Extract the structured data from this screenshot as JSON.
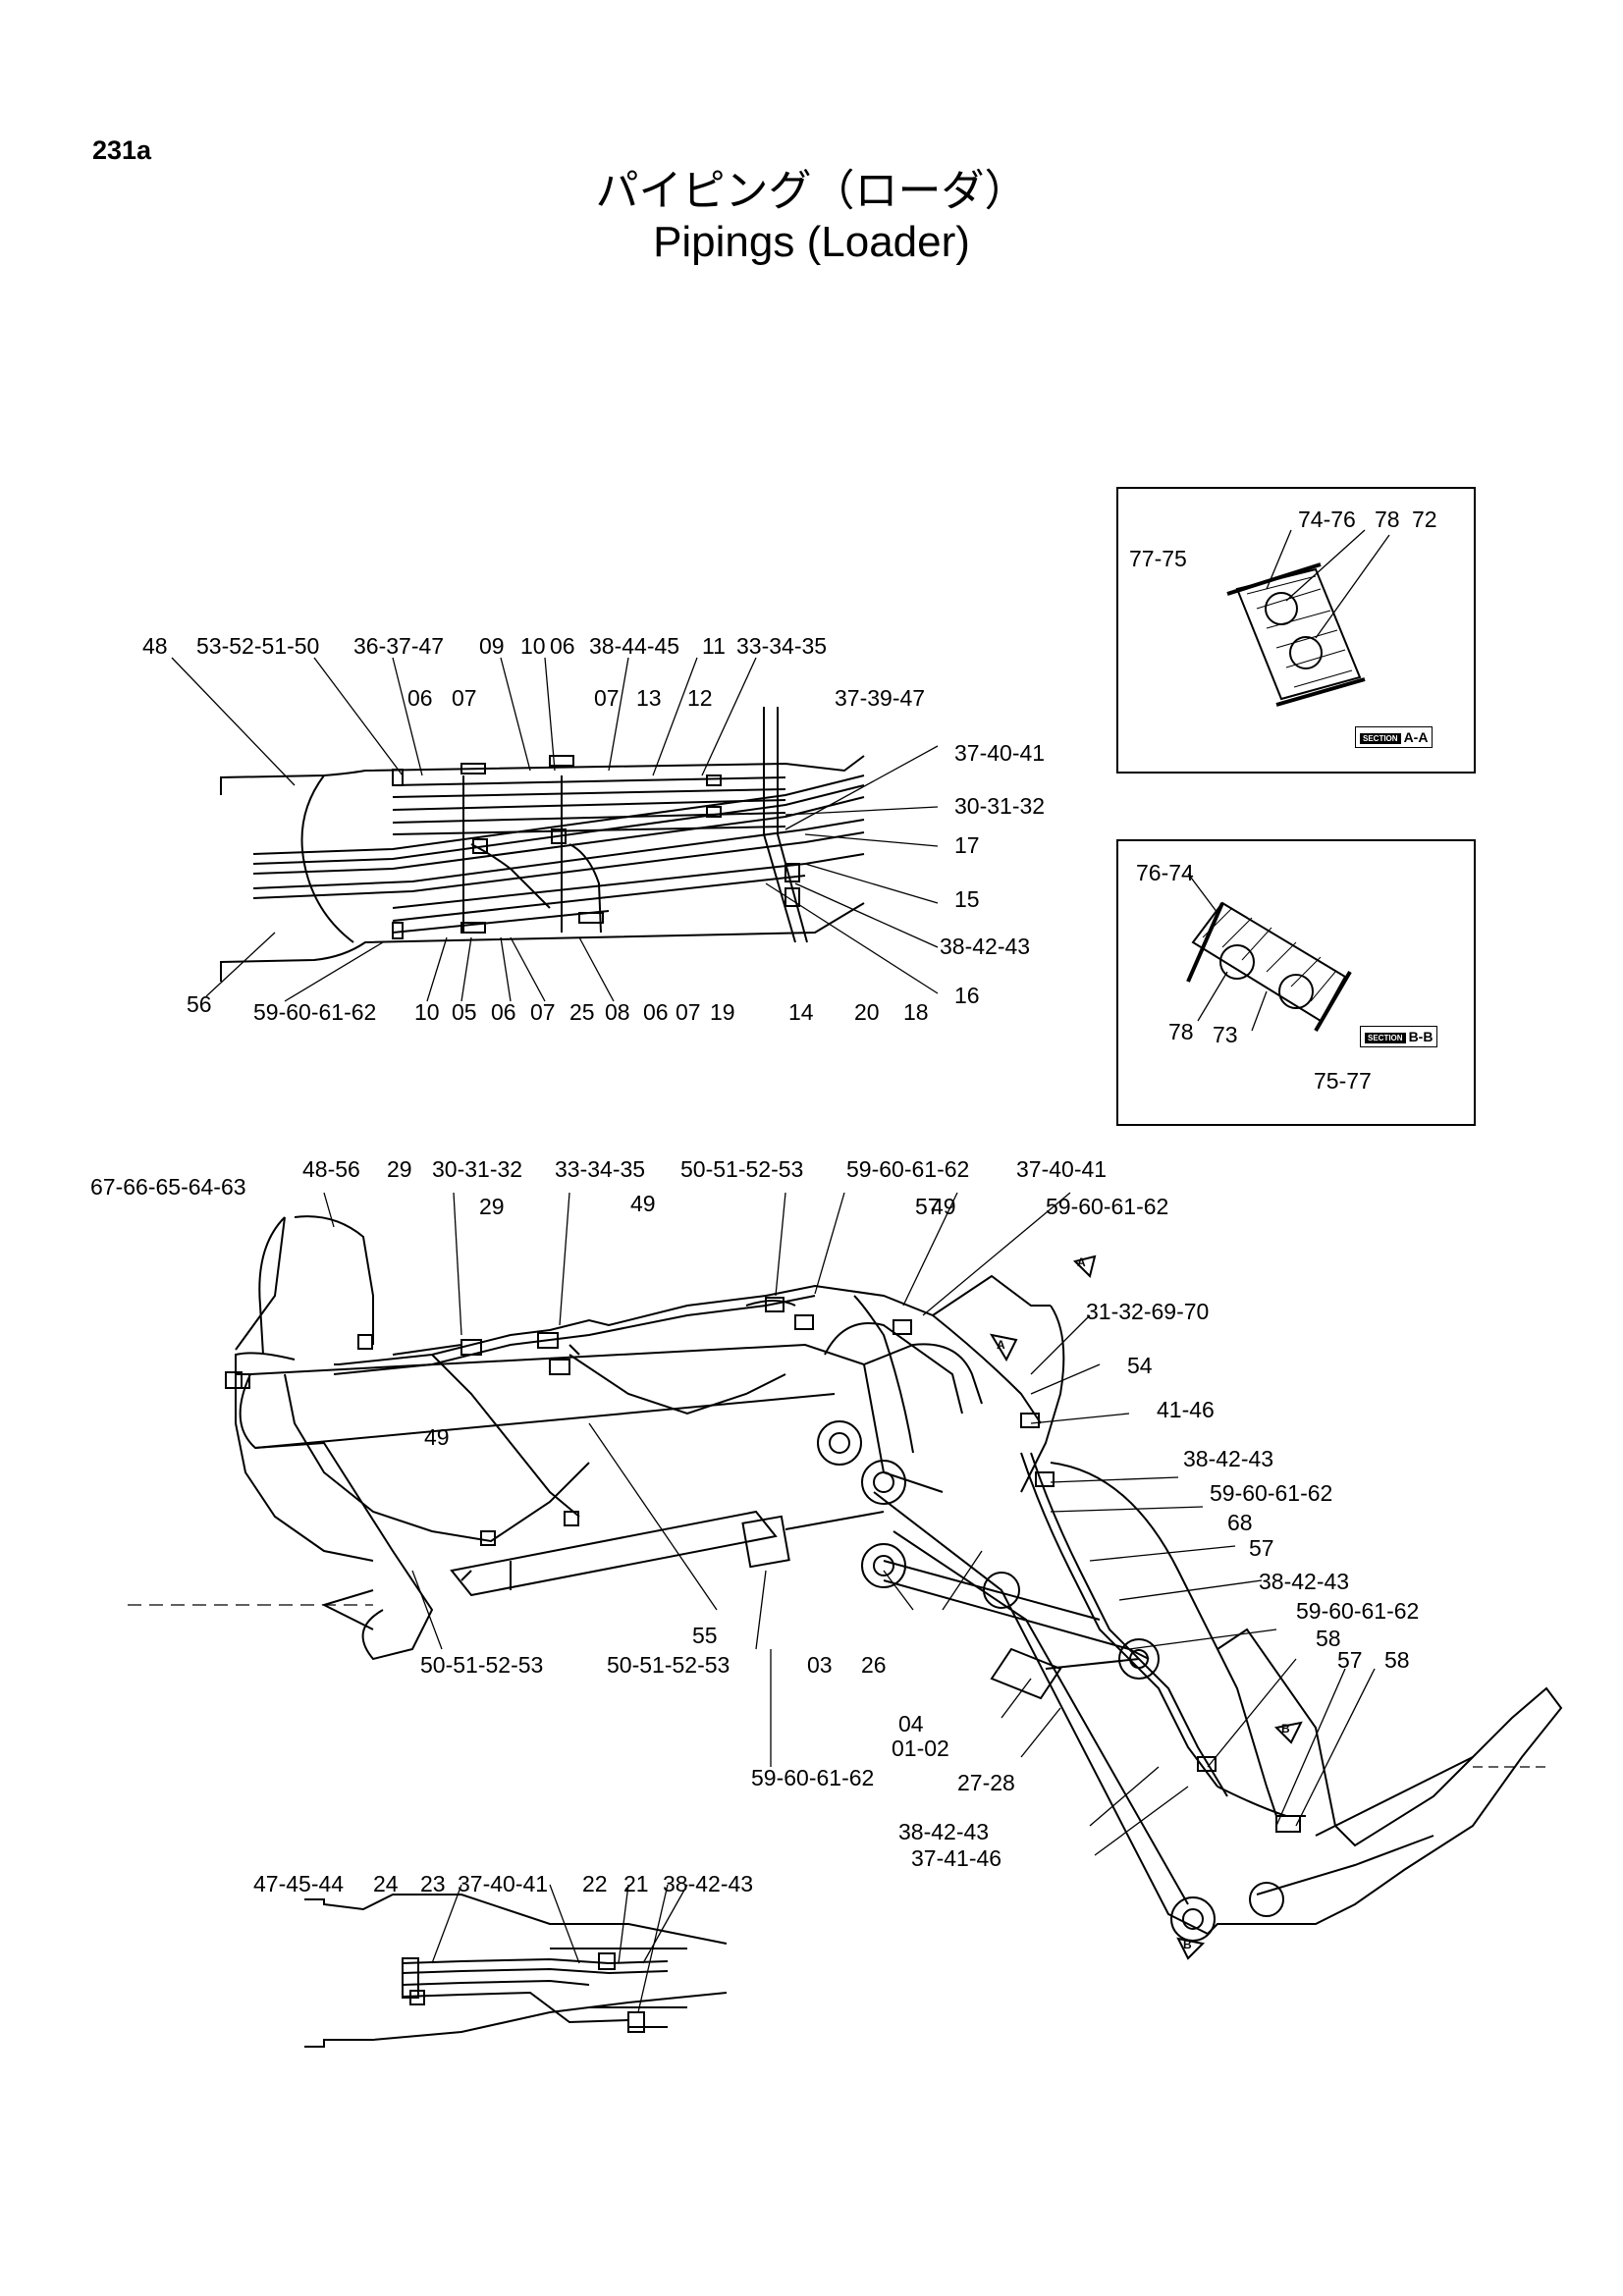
{
  "page": {
    "number": "231a",
    "title_jp": "パイピング（ローダ）",
    "title_en": "Pipings (Loader)"
  },
  "section_a": {
    "tag": "A-A",
    "tag_small": "SECTION"
  },
  "section_b": {
    "tag": "B-B",
    "tag_small": "SECTION"
  },
  "labels": {
    "top": [
      "48",
      "53-52-51-50",
      "36-37-47",
      "09",
      "10",
      "06",
      "38-44-45",
      "11",
      "33-34-35",
      "06",
      "07",
      "07",
      "13",
      "12",
      "37-39-47",
      "37-40-41",
      "30-31-32",
      "17",
      "15",
      "38-42-43",
      "16",
      "56",
      "59-60-61-62",
      "10",
      "05",
      "06",
      "07",
      "25",
      "08",
      "06",
      "07",
      "19",
      "14",
      "20",
      "18"
    ],
    "sec_a": [
      "74-76",
      "78",
      "72",
      "77-75"
    ],
    "sec_b": [
      "76-74",
      "78",
      "73",
      "75-77"
    ],
    "main": [
      "67-66-65-64-63",
      "48-56",
      "29",
      "30-31-32",
      "33-34-35",
      "50-51-52-53",
      "59-60-61-62",
      "37-40-41",
      "29",
      "49",
      "57",
      "49",
      "59-60-61-62",
      "31-32-69-70",
      "54",
      "41-46",
      "49",
      "38-42-43",
      "59-60-61-62",
      "68",
      "57",
      "38-42-43",
      "59-60-61-62",
      "58",
      "57",
      "58",
      "55",
      "50-51-52-53",
      "50-51-52-53",
      "03",
      "26",
      "04",
      "01-02",
      "27-28",
      "59-60-61-62",
      "38-42-43",
      "37-41-46"
    ],
    "bottom": [
      "47-45-44",
      "24",
      "23",
      "37-40-41",
      "22",
      "21",
      "38-42-43"
    ],
    "markers": [
      "A",
      "A",
      "B",
      "B"
    ]
  }
}
